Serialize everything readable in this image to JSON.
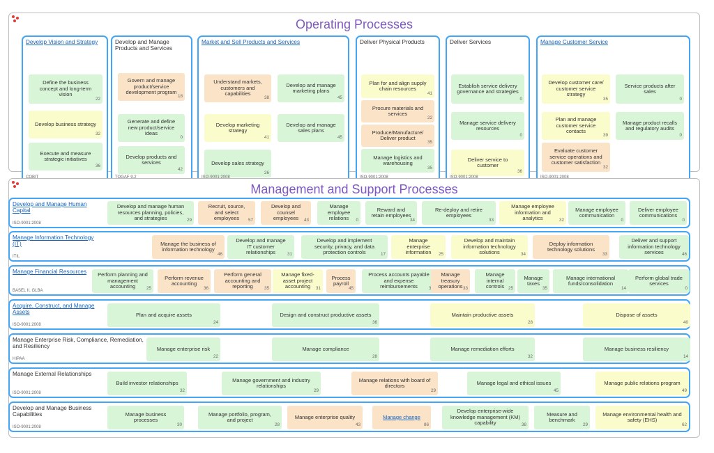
{
  "operating": {
    "title": "Operating Processes",
    "columns": [
      {
        "header": "Develop Vision and Strategy",
        "link": true,
        "standard": "COBIT",
        "boxes": [
          {
            "label": "Define the business concept and long-term vision",
            "count": "22",
            "color": "g"
          },
          {
            "label": "Develop business strategy",
            "count": "32",
            "color": "y"
          },
          {
            "label": "Execute and measure strategic initiatives",
            "count": "36",
            "color": "g"
          }
        ]
      },
      {
        "header": "Develop and Manage Products and Services",
        "link": false,
        "standard": "TOGAF 9.2",
        "boxes": [
          {
            "label": "Govern and manage product/service development program",
            "count": "18",
            "color": "o"
          },
          {
            "label": "Generate and define new product/service ideas",
            "count": "0",
            "color": "g"
          },
          {
            "label": "Develop products and services",
            "count": "42",
            "color": "g"
          }
        ]
      },
      {
        "header": "Market and Sell Products and Services",
        "link": true,
        "standard": "ISO-9001:2008",
        "boxes": [
          {
            "label": "Understand markets, customers and capabilities",
            "count": "38",
            "color": "o"
          },
          {
            "label": "Develop and manage marketing plans",
            "count": "45",
            "color": "g"
          },
          {
            "label": "Develop marketing strategy",
            "count": "41",
            "color": "y"
          },
          {
            "label": "Develop and manage sales plans",
            "count": "45",
            "color": "g"
          },
          {
            "label": "Develop sales strategy",
            "count": "26",
            "color": "g"
          }
        ]
      },
      {
        "header": "Deliver Physical Products",
        "link": false,
        "standard": "ISO-9001:2008",
        "boxes": [
          {
            "label": "Plan for and align supply chain resources",
            "count": "41",
            "color": "y"
          },
          {
            "label": "Procure materials and services",
            "count": "22",
            "color": "o"
          },
          {
            "label": "Produce/Manufacture/ Deliver product",
            "count": "35",
            "color": "o"
          },
          {
            "label": "Manage logistics and warehousing",
            "count": "35",
            "color": "g"
          }
        ]
      },
      {
        "header": "Deliver Services",
        "link": false,
        "standard": "ISO-9001:2008",
        "boxes": [
          {
            "label": "Establish service delivery governance and strategies",
            "count": "0",
            "color": "g"
          },
          {
            "label": "Manage service delivery resources",
            "count": "0",
            "color": "g"
          },
          {
            "label": "Deliver service to customer",
            "count": "36",
            "color": "y"
          }
        ]
      },
      {
        "header": "Manage Customer Service",
        "link": true,
        "standard": "ISO-9001:2008",
        "boxes": [
          {
            "label": "Develop customer care/ customer service strategy",
            "count": "35",
            "color": "y"
          },
          {
            "label": "Service products after sales",
            "count": "0",
            "color": "g"
          },
          {
            "label": "Plan and manage customer service contacts",
            "count": "39",
            "color": "y"
          },
          {
            "label": "Manage product recalls and regulatory audits",
            "count": "0",
            "color": "g"
          },
          {
            "label": "Evaluate customer service operations and customer satisfaction",
            "count": "32",
            "color": "o"
          }
        ]
      }
    ]
  },
  "management": {
    "title": "Management and Support Processes",
    "rows": [
      {
        "header": "Develop and Manage Human Capital",
        "link": true,
        "standard": "ISO-9001:2008",
        "boxes": [
          {
            "label": "Develop and manage human resources planning, policies, and strategies",
            "count": "29",
            "color": "g"
          },
          {
            "label": "Recruit, source, and select employees",
            "count": "57",
            "color": "o"
          },
          {
            "label": "Develop and counsel employees",
            "count": "43",
            "color": "o"
          },
          {
            "label": "Manage employee relations",
            "count": "0",
            "color": "g"
          },
          {
            "label": "Reward and retain employees",
            "count": "34",
            "color": "g"
          },
          {
            "label": "Re-deploy and retire employees",
            "count": "33",
            "color": "g"
          },
          {
            "label": "Manage employee information and analytics",
            "count": "32",
            "color": "y"
          },
          {
            "label": "Manage employee communication",
            "count": "0",
            "color": "g"
          },
          {
            "label": "Deliver employee communications",
            "count": "0",
            "color": "g"
          }
        ]
      },
      {
        "header": "Manage Information Technology (IT)",
        "link": true,
        "standard": "ITIL",
        "boxes": [
          {
            "label": "Manage the business of information technology",
            "count": "46",
            "color": "o"
          },
          {
            "label": "Develop and manage IT customer relationships",
            "count": "31",
            "color": "g"
          },
          {
            "label": "Develop and implement security, privacy, and data protection controls",
            "count": "17",
            "color": "g"
          },
          {
            "label": "Manage enterprise information",
            "count": "25",
            "color": "y"
          },
          {
            "label": "Develop and maintain information technology solutions",
            "count": "34",
            "color": "y"
          },
          {
            "label": "Deploy information technology solutions",
            "count": "33",
            "color": "o"
          },
          {
            "label": "Deliver and support information technology services",
            "count": "46",
            "color": "g"
          }
        ]
      },
      {
        "header": "Manage Financial Resources",
        "link": true,
        "standard": "BASEL II, GLBA",
        "boxes": [
          {
            "label": "Perform planning and management accounting",
            "count": "25",
            "color": "g"
          },
          {
            "label": "Perform revenue accounting",
            "count": "36",
            "color": "o"
          },
          {
            "label": "Perform general accounting and reporting",
            "count": "35",
            "color": "o"
          },
          {
            "label": "Manage fixed-asset project accounting",
            "count": "31",
            "color": "y"
          },
          {
            "label": "Process payroll",
            "count": "45",
            "color": "o"
          },
          {
            "label": "Process accounts payable and expense reimbursements",
            "count": "33",
            "color": "g"
          },
          {
            "label": "Manage treasury operations",
            "count": "33",
            "color": "o"
          },
          {
            "label": "Manage internal controls",
            "count": "25",
            "color": "g"
          },
          {
            "label": "Manage taxes",
            "count": "35",
            "color": "g"
          },
          {
            "label": "Manage international funds/consolidation",
            "count": "14",
            "color": "g"
          },
          {
            "label": "Perform global trade services",
            "count": "0",
            "color": "g"
          }
        ]
      },
      {
        "header": "Acquire, Construct, and Manage Assets",
        "link": true,
        "standard": "ISO-9001:2008",
        "boxes": [
          {
            "label": "Plan and acquire assets",
            "count": "24",
            "color": "g"
          },
          {
            "label": "Design and construct productive assets",
            "count": "36",
            "color": "g"
          },
          {
            "label": "Maintain productive assets",
            "count": "28",
            "color": "y"
          },
          {
            "label": "Dispose of assets",
            "count": "40",
            "color": "y"
          }
        ]
      },
      {
        "header": "Manage Enterprise Risk, Compliance, Remediation, and Resiliency",
        "link": false,
        "standard": "HIPAA",
        "boxes": [
          {
            "label": "Manage enterprise risk",
            "count": "22",
            "color": "g"
          },
          {
            "label": "Manage compliance",
            "count": "28",
            "color": "g"
          },
          {
            "label": "Manage remediation efforts",
            "count": "32",
            "color": "g"
          },
          {
            "label": "Manage business resiliency",
            "count": "14",
            "color": "g"
          }
        ]
      },
      {
        "header": "Manage External Relationships",
        "link": false,
        "standard": "ISO-9001:2008",
        "boxes": [
          {
            "label": "Build investor relationships",
            "count": "32",
            "color": "g"
          },
          {
            "label": "Manage government and industry relationships",
            "count": "29",
            "color": "g"
          },
          {
            "label": "Manage relations with board of directors",
            "count": "29",
            "color": "o"
          },
          {
            "label": "Manage legal and ethical issues",
            "count": "45",
            "color": "g"
          },
          {
            "label": "Manage public relations program",
            "count": "49",
            "color": "y"
          }
        ]
      },
      {
        "header": "Develop and Manage Business Capabilities",
        "link": false,
        "standard": "ISO-9001:2008",
        "boxes": [
          {
            "label": "Manage business processes",
            "count": "30",
            "color": "g"
          },
          {
            "label": "Manage portfolio, program, and project",
            "count": "28",
            "color": "g"
          },
          {
            "label": "Manage enterprise quality",
            "count": "43",
            "color": "o"
          },
          {
            "label": "Manage change",
            "count": "86",
            "color": "o",
            "link": true
          },
          {
            "label": "Develop enterprise-wide knowledge management (KM) capability",
            "count": "38",
            "color": "g"
          },
          {
            "label": "Measure and benchmark",
            "count": "29",
            "color": "g"
          },
          {
            "label": "Manage environmental health and safety (EHS)",
            "count": "62",
            "color": "y"
          }
        ]
      }
    ]
  }
}
